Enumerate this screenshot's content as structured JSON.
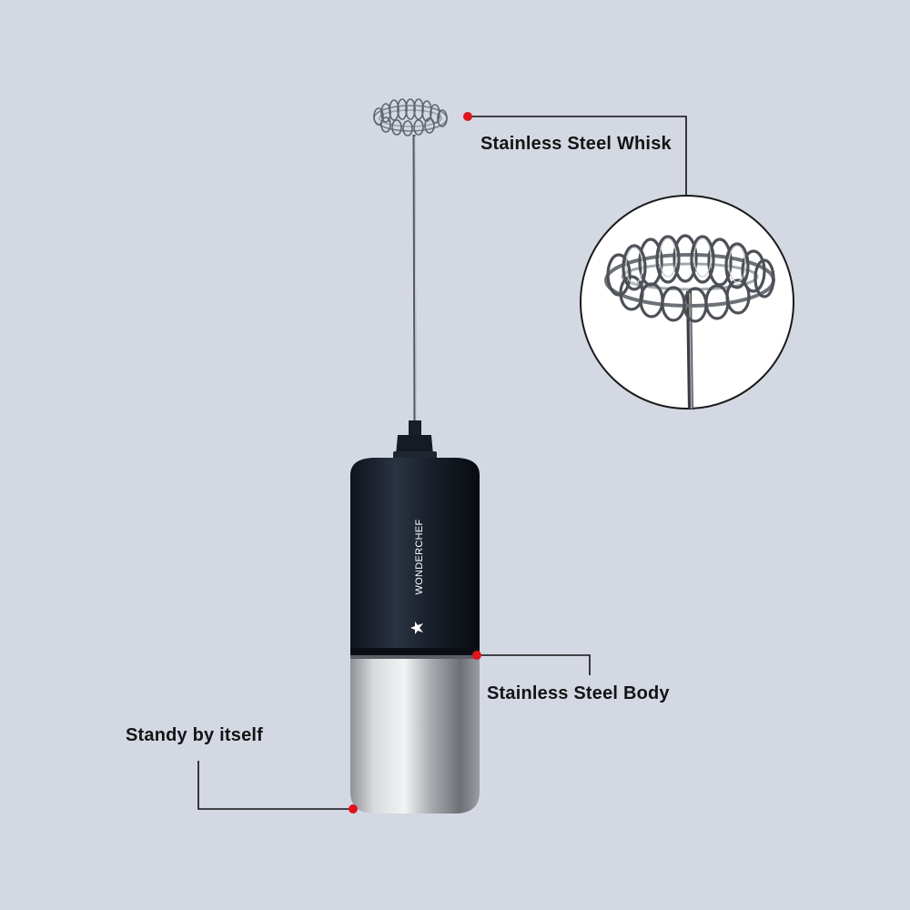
{
  "image": {
    "background_color": "#d3d8e3",
    "subject": "handheld electric milk frother",
    "colors": {
      "handle_top": "#1c2330",
      "handle_bottom": "#c4c6ca",
      "marker_dot": "#e0141b",
      "leader_line": "#111111"
    }
  },
  "callouts": {
    "whisk": "Stainless Steel Whisk",
    "body": "Stainless Steel Body",
    "stand": "Standy by itself"
  },
  "product": {
    "brand": "WONDERCHEF"
  }
}
